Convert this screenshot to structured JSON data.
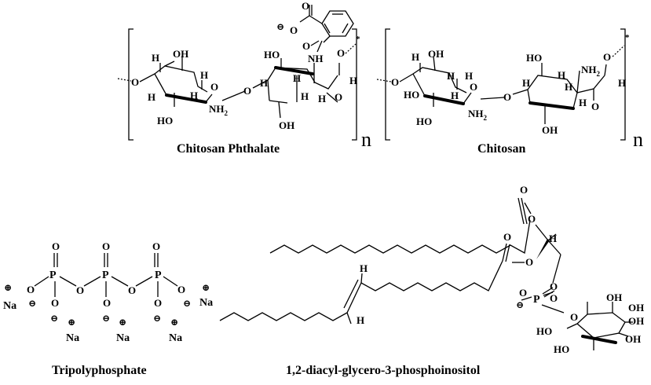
{
  "captions": {
    "chitosan_phthalate": "Chitosan Phthalate",
    "chitosan": "Chitosan",
    "tripolyphosphate": "Tripolyphosphate",
    "phosphoinositol": "1,2-diacyl-glycero-3-phosphoinositol"
  },
  "repeat_unit": "n",
  "atoms": {
    "H": "H",
    "OH": "OH",
    "HO": "HO",
    "O": "O",
    "NH2": "NH",
    "sub2": "2",
    "NH": "NH",
    "P": "P",
    "Na": "Na",
    "star": "*",
    "minus": "⊖",
    "plus": "⊕"
  }
}
